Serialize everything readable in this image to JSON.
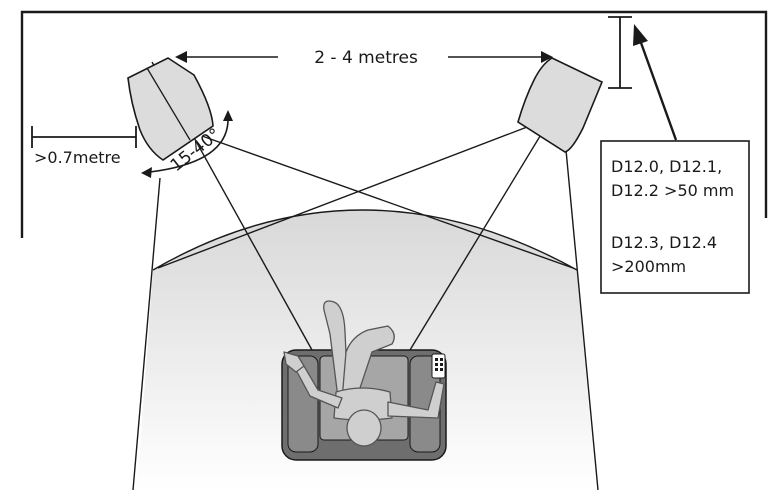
{
  "labels": {
    "distance": "2 - 4 metres",
    "wall_clearance": ">0.7metre",
    "angle": "15-40°"
  },
  "note": {
    "line1": "D12.0, D12.1,",
    "line2": "D12.2 >50 mm",
    "line3": "D12.3, D12.4",
    "line4": ">200mm"
  },
  "colors": {
    "outline": "#1a1a1a",
    "speaker_fill": "#dcdcdc",
    "sofa_outer": "#6e6e6e",
    "sofa_inner": "#a6a6a6",
    "person": "#cfcfcf",
    "listening_area_top": "#d8d8d8",
    "listening_area_bottom": "#ffffff"
  }
}
